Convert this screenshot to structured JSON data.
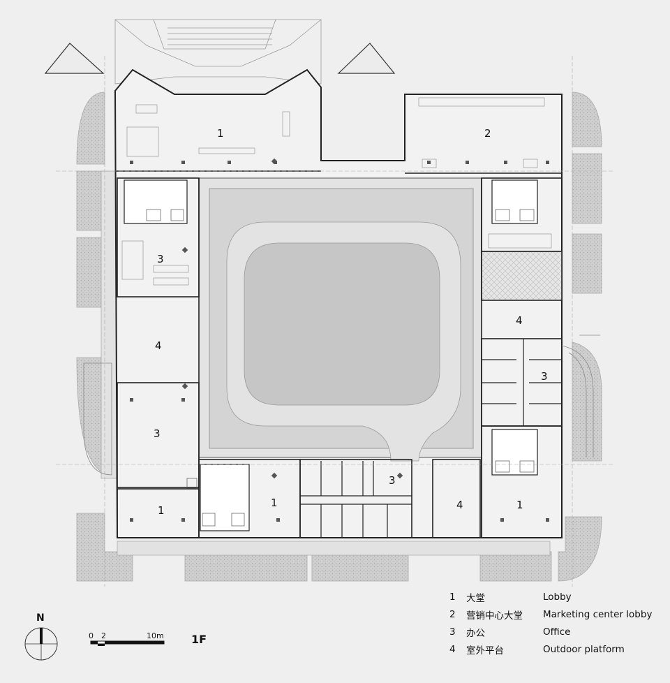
{
  "rooms": [
    {
      "id": "lobby-nw",
      "num": "1"
    },
    {
      "id": "marketing-lobby",
      "num": "2"
    },
    {
      "id": "office-west-upper",
      "num": "3"
    },
    {
      "id": "outdoor-west",
      "num": "4"
    },
    {
      "id": "office-west-lower",
      "num": "3"
    },
    {
      "id": "lobby-sw",
      "num": "1"
    },
    {
      "id": "lobby-south",
      "num": "1"
    },
    {
      "id": "office-south",
      "num": "3"
    },
    {
      "id": "outdoor-south",
      "num": "4"
    },
    {
      "id": "lobby-se",
      "num": "1"
    },
    {
      "id": "outdoor-east",
      "num": "4"
    },
    {
      "id": "office-east",
      "num": "3"
    }
  ],
  "legend": [
    {
      "num": "1",
      "zh": "大堂",
      "en": "Lobby"
    },
    {
      "num": "2",
      "zh": "营销中心大堂",
      "en": "Marketing center lobby"
    },
    {
      "num": "3",
      "zh": "办公",
      "en": "Office"
    },
    {
      "num": "4",
      "zh": "室外平台",
      "en": "Outdoor platform"
    }
  ],
  "floor_label": "1F",
  "north_label": "N",
  "scale": {
    "start": "0",
    "mid": "2",
    "end": "10m"
  },
  "colors": {
    "background": "#efefef",
    "courtyard": "#c9c9c9",
    "paving": "#dadada",
    "hatch": "#b8b8b8",
    "wall": "#222222"
  }
}
